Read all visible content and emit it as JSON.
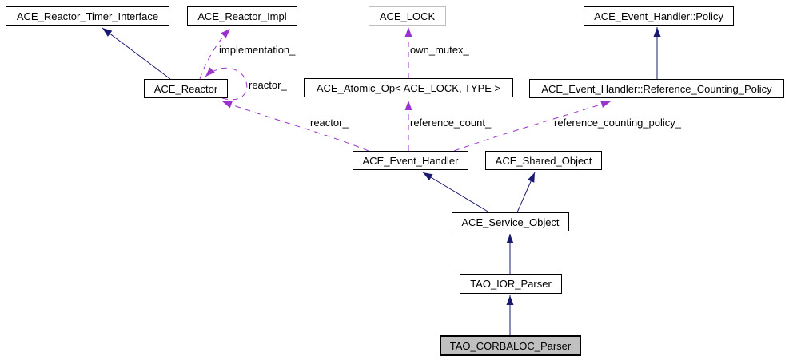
{
  "diagram": {
    "background": "#ffffff",
    "colors": {
      "inheritance_edge": "#191970",
      "usage_edge": "#9a32cd",
      "node_border": "#000000",
      "node_fill": "#ffffff",
      "external_node_border": "#bebebe",
      "focus_node_fill": "#c0c0c0",
      "text": "#000000"
    },
    "nodes": [
      {
        "label": "ACE_Reactor_Timer_Interface",
        "style": "normal"
      },
      {
        "label": "ACE_Reactor_Impl",
        "style": "normal"
      },
      {
        "label": "ACE_LOCK",
        "style": "external"
      },
      {
        "label": "ACE_Event_Handler::Policy",
        "style": "normal"
      },
      {
        "label": "ACE_Reactor",
        "style": "normal"
      },
      {
        "label": "ACE_Atomic_Op< ACE_LOCK, TYPE >",
        "style": "normal"
      },
      {
        "label": "ACE_Event_Handler::Reference_Counting_Policy",
        "style": "normal"
      },
      {
        "label": "ACE_Event_Handler",
        "style": "normal"
      },
      {
        "label": "ACE_Shared_Object",
        "style": "normal"
      },
      {
        "label": "ACE_Service_Object",
        "style": "normal"
      },
      {
        "label": "TAO_IOR_Parser",
        "style": "normal"
      },
      {
        "label": "TAO_CORBALOC_Parser",
        "style": "focus"
      }
    ],
    "edges": [
      {
        "from": "ACE_Reactor",
        "to": "ACE_Reactor_Timer_Interface",
        "kind": "inheritance",
        "label": ""
      },
      {
        "from": "ACE_Event_Handler::Reference_Counting_Policy",
        "to": "ACE_Event_Handler::Policy",
        "kind": "inheritance",
        "label": ""
      },
      {
        "from": "ACE_Service_Object",
        "to": "ACE_Event_Handler",
        "kind": "inheritance",
        "label": ""
      },
      {
        "from": "ACE_Service_Object",
        "to": "ACE_Shared_Object",
        "kind": "inheritance",
        "label": ""
      },
      {
        "from": "TAO_IOR_Parser",
        "to": "ACE_Service_Object",
        "kind": "inheritance",
        "label": ""
      },
      {
        "from": "TAO_CORBALOC_Parser",
        "to": "TAO_IOR_Parser",
        "kind": "inheritance",
        "label": ""
      },
      {
        "from": "ACE_Reactor",
        "to": "ACE_Reactor_Impl",
        "kind": "usage",
        "label": "implementation_"
      },
      {
        "from": "ACE_Reactor",
        "to": "ACE_Reactor",
        "kind": "usage",
        "label": "reactor_"
      },
      {
        "from": "ACE_Event_Handler",
        "to": "ACE_Reactor",
        "kind": "usage",
        "label": "reactor_"
      },
      {
        "from": "ACE_Event_Handler",
        "to": "ACE_Atomic_Op< ACE_LOCK, TYPE >",
        "kind": "usage",
        "label": "reference_count_"
      },
      {
        "from": "ACE_Event_Handler",
        "to": "ACE_Event_Handler::Reference_Counting_Policy",
        "kind": "usage",
        "label": "reference_counting_policy_"
      },
      {
        "from": "ACE_Atomic_Op< ACE_LOCK, TYPE >",
        "to": "ACE_LOCK",
        "kind": "usage",
        "label": "own_mutex_"
      }
    ]
  }
}
